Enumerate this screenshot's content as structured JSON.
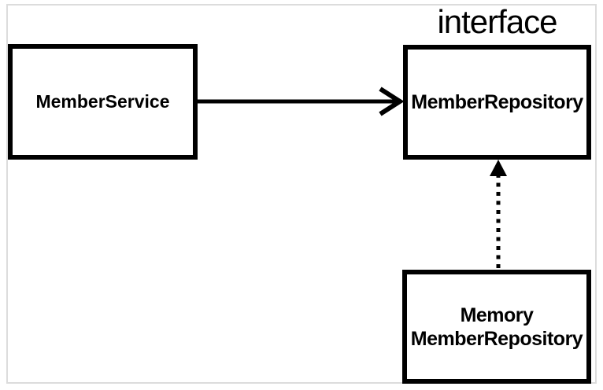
{
  "diagram": {
    "stereotype_label": "interface",
    "nodes": {
      "member_service": {
        "label": "MemberService"
      },
      "member_repository": {
        "label": "MemberRepository",
        "stereotype": "interface"
      },
      "memory_member_repository": {
        "line1": "Memory",
        "line2": "MemberRepository"
      }
    },
    "edges": [
      {
        "from": "MemberService",
        "to": "MemberRepository",
        "style": "solid",
        "arrowhead": "open",
        "direction": "right"
      },
      {
        "from": "MemoryMemberRepository",
        "to": "MemberRepository",
        "style": "dotted",
        "arrowhead": "filled-triangle",
        "direction": "up"
      }
    ],
    "colors": {
      "stroke": "#000000",
      "background": "#ffffff",
      "frame": "#dcdcdc"
    }
  }
}
